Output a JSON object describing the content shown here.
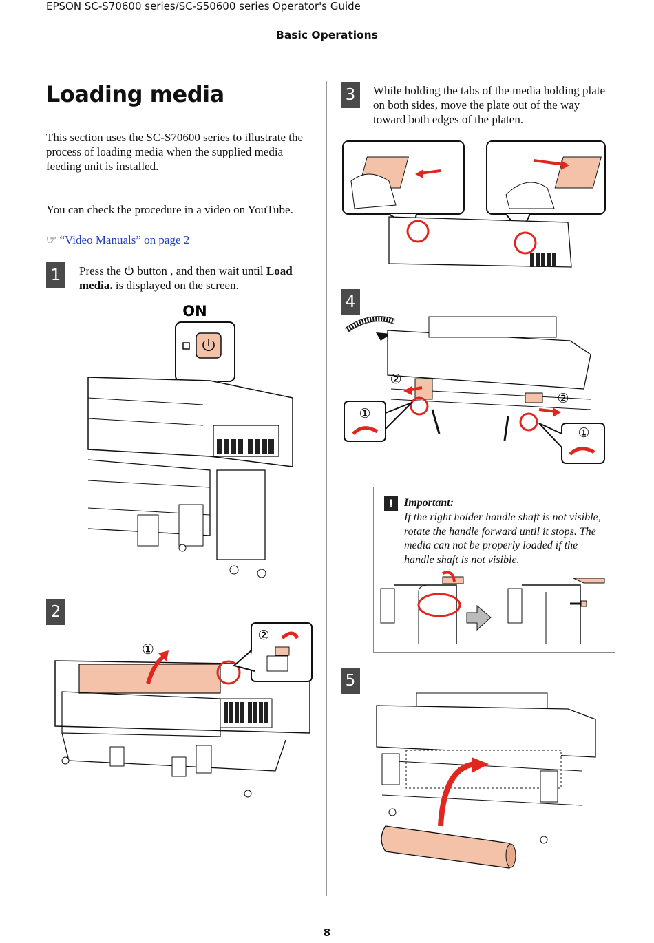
{
  "header": {
    "product": "EPSON SC-S70600 series/SC-S50600 series",
    "guide": "Operator's Guide",
    "section": "Basic Operations"
  },
  "title": "Loading media",
  "intro": "This section uses the SC-S70600 series to illustrate the process of loading media when the supplied media feeding unit is installed.",
  "video_note": "You can check the procedure in a video on YouTube.",
  "link": {
    "icon": "hand-pointer-icon",
    "text": "“Video Manuals” on page 2"
  },
  "steps": [
    {
      "num": "1",
      "pre": "Press the",
      "icon": "power-icon",
      "mid": "button , and then wait until",
      "bold1": "Load",
      "bold2": "media.",
      "post": "is displayed on the screen."
    },
    {
      "num": "2"
    },
    {
      "num": "3",
      "text": "While holding the tabs of the media holding plate on both sides, move the plate out of the way toward both edges of the platen."
    },
    {
      "num": "4"
    },
    {
      "num": "5"
    }
  ],
  "figure1": {
    "label": "ON"
  },
  "callouts": {
    "one": "①",
    "two": "②"
  },
  "important": {
    "icon": "exclamation-icon",
    "title": "Important:",
    "text": "If the right holder handle shaft is not visible, rotate the handle forward until it stops. The media can not be properly loaded if the handle shaft is not visible."
  },
  "page_number": "8",
  "colors": {
    "accent_red": "#e0271f",
    "media_peach": "#f3c2a9",
    "step_box": "#4a4a4a",
    "link_blue": "#1f3fbf"
  }
}
